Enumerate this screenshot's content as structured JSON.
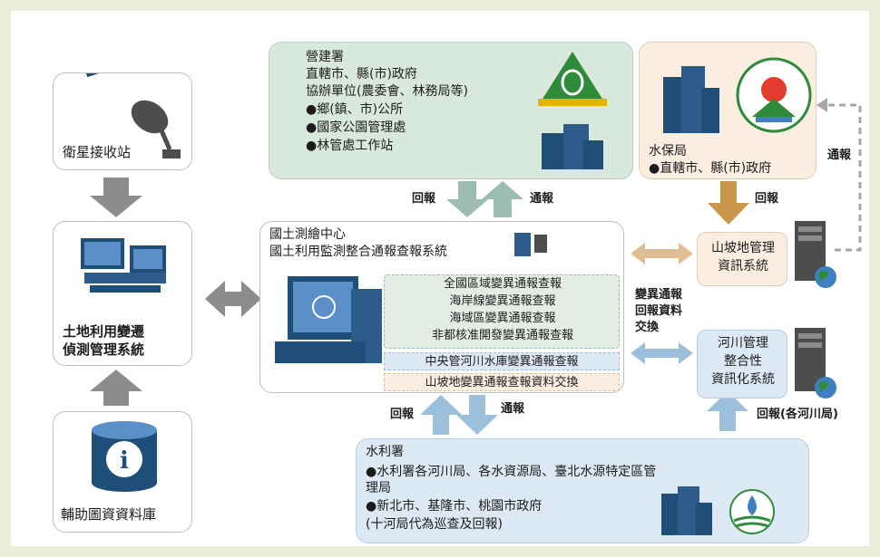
{
  "satellite": {
    "label": "衛星接收站"
  },
  "land_system": {
    "line1": "土地利用變遷",
    "line2": "偵測管理系統"
  },
  "aux_db": {
    "label": "輔助圖資資料庫"
  },
  "construction": {
    "title": "營建署",
    "line1": "直轄市、縣(市)政府",
    "line2": "協辦單位(農委會、林務局等)",
    "bullets": [
      "●鄉(鎮、市)公所",
      "●國家公園管理處",
      "●林管處工作站"
    ]
  },
  "soil": {
    "title": "水保局",
    "bullet": "●直轄市、縣(市)政府"
  },
  "nlsc": {
    "title": "國土測繪中心",
    "subtitle": "國土利用監測整合通報查報系統",
    "items": [
      "全國區域變異通報查報",
      "海岸線變異通報查報",
      "海域區變異通報查報",
      "非都核准開發變異通報查報"
    ],
    "band_blue": "中央管河川水庫變異通報查報",
    "band_tan": "山坡地變異通報查報資料交換"
  },
  "slope_system": {
    "line1": "山坡地管理",
    "line2": "資訊系統"
  },
  "river_system": {
    "line1": "河川管理",
    "line2": "整合性",
    "line3": "資訊化系統"
  },
  "wra": {
    "title": "水利署",
    "bullet1_line1": "●水利署各河川局、各水資源局、臺北水源特定區管",
    "bullet1_line2": "理局",
    "bullet2": "●新北市、基隆市、桃園市政府",
    "note": "(十河局代為巡查及回報)"
  },
  "arrows": {
    "report_back": "回報",
    "notify": "通報",
    "notify_right": "通報",
    "exchange_line1": "變異通報",
    "exchange_line2": "回報資料",
    "exchange_line3": "交換",
    "report_back_river": "回報(各河川局)"
  },
  "colors": {
    "green_box": "#d9e8dd",
    "tan_box": "#fbeee0",
    "blue_box": "#dce8f3",
    "gray_arrow": "#8c8c8c",
    "green_arrow": "#9bbcae",
    "tan_arrow": "#c8974a",
    "blue_arrow": "#9cbfdc"
  }
}
